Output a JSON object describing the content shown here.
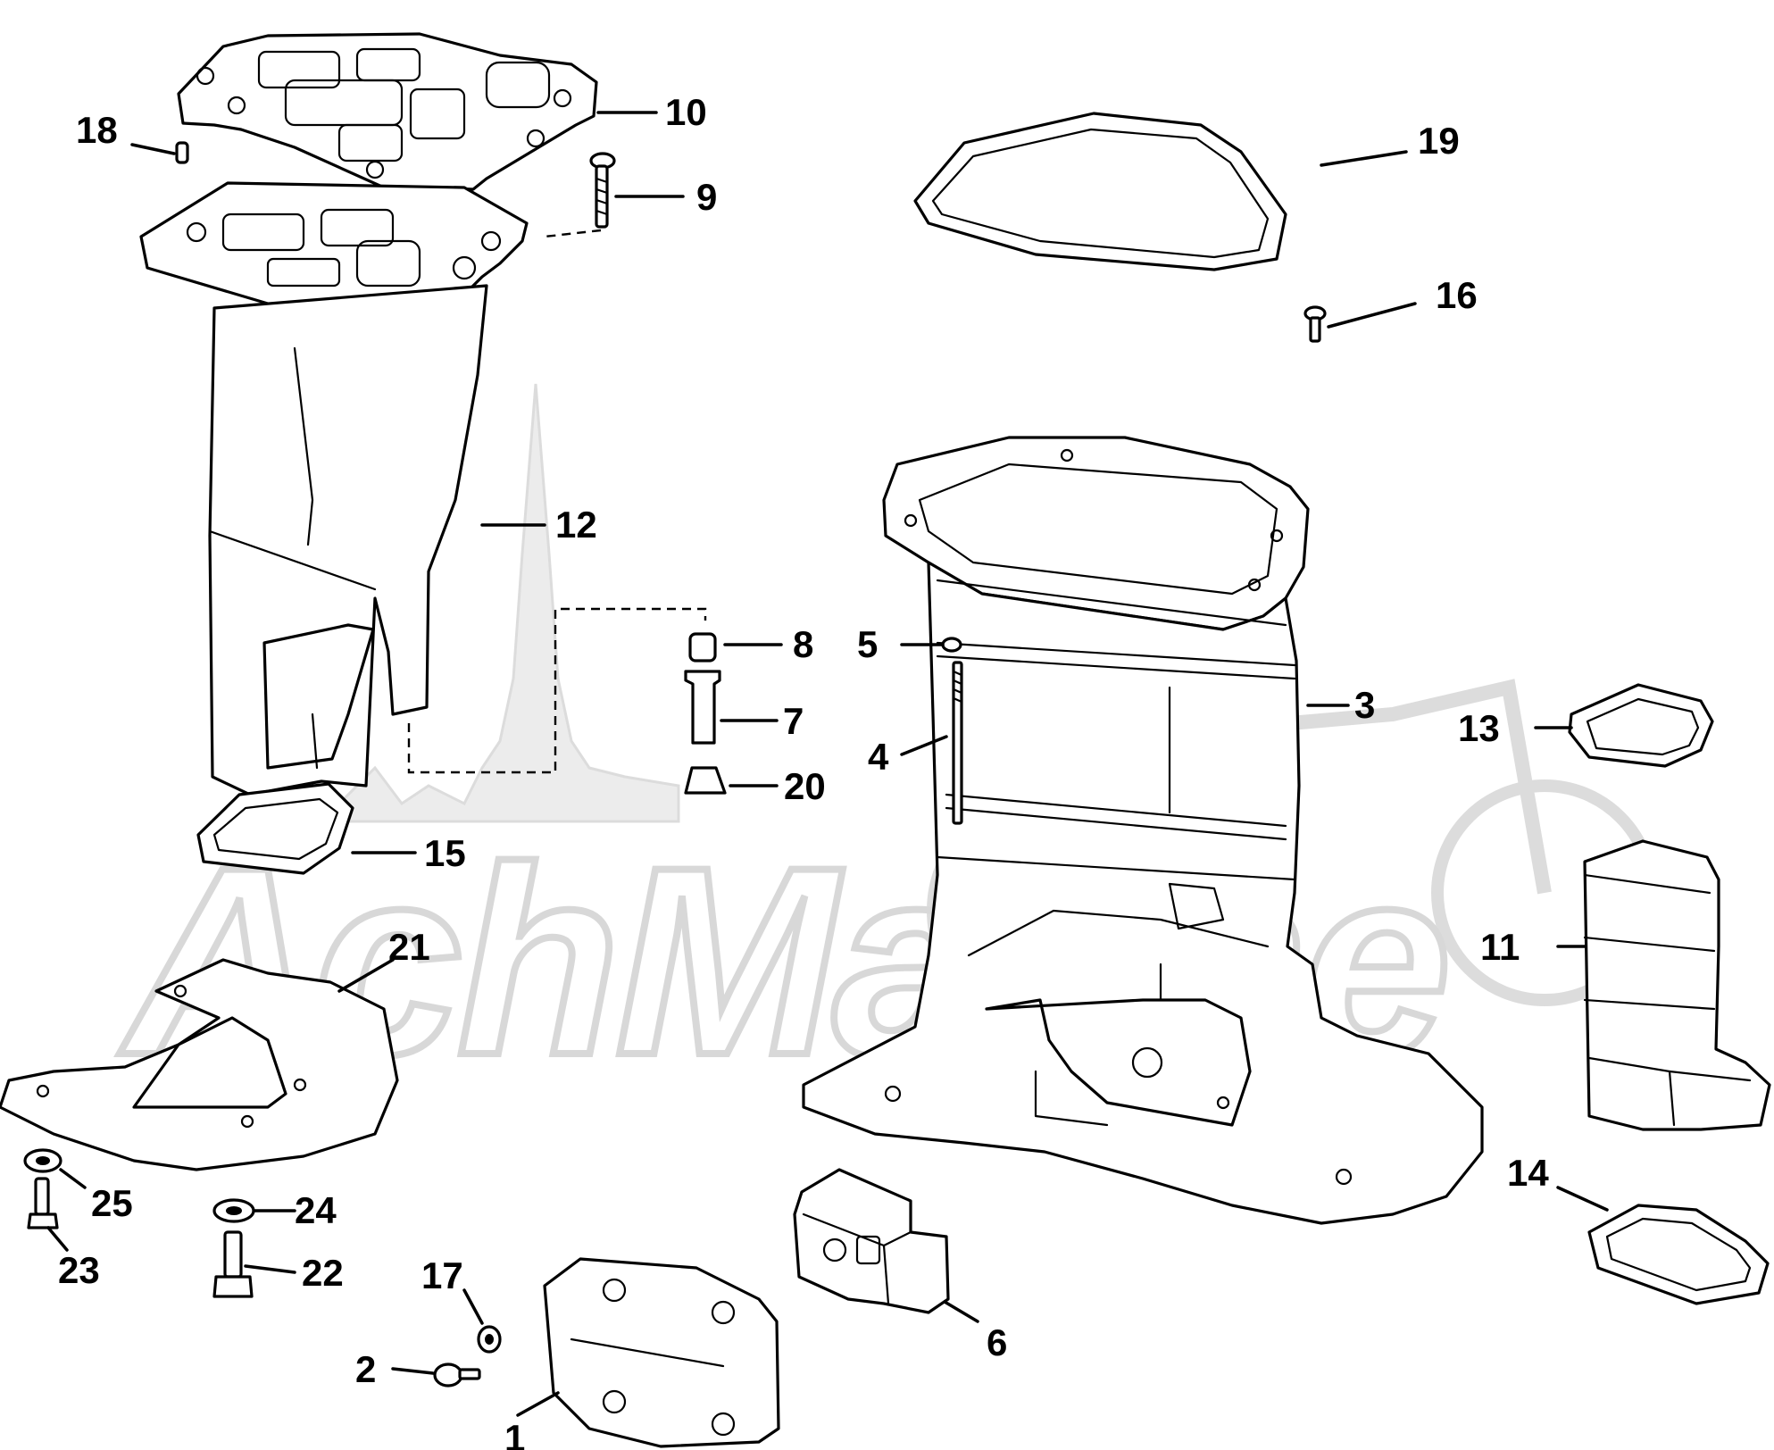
{
  "watermark": {
    "text": "AchMarine"
  },
  "callouts": [
    {
      "id": "1",
      "label": "1"
    },
    {
      "id": "2",
      "label": "2"
    },
    {
      "id": "3",
      "label": "3"
    },
    {
      "id": "4",
      "label": "4"
    },
    {
      "id": "5",
      "label": "5"
    },
    {
      "id": "6",
      "label": "6"
    },
    {
      "id": "7",
      "label": "7"
    },
    {
      "id": "8",
      "label": "8"
    },
    {
      "id": "9",
      "label": "9"
    },
    {
      "id": "10",
      "label": "10"
    },
    {
      "id": "11",
      "label": "11"
    },
    {
      "id": "12",
      "label": "12"
    },
    {
      "id": "13",
      "label": "13"
    },
    {
      "id": "14",
      "label": "14"
    },
    {
      "id": "15",
      "label": "15"
    },
    {
      "id": "16",
      "label": "16"
    },
    {
      "id": "17",
      "label": "17"
    },
    {
      "id": "18",
      "label": "18"
    },
    {
      "id": "19",
      "label": "19"
    },
    {
      "id": "20",
      "label": "20"
    },
    {
      "id": "21",
      "label": "21"
    },
    {
      "id": "22",
      "label": "22"
    },
    {
      "id": "23",
      "label": "23"
    },
    {
      "id": "24",
      "label": "24"
    },
    {
      "id": "25",
      "label": "25"
    }
  ]
}
